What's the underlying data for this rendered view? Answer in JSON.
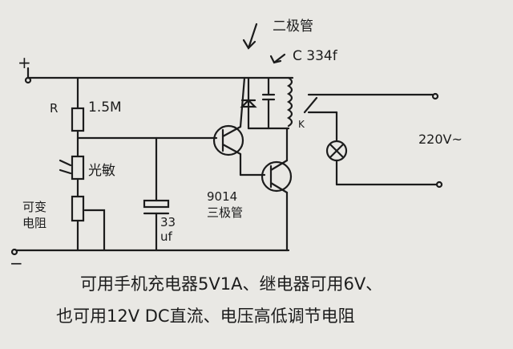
{
  "labels": {
    "diode": "二极管",
    "capacitor_c": "C 334f",
    "plus": "+",
    "minus": "−",
    "r": "R",
    "r_value": "1.5M",
    "photo": "光敏",
    "variable_resistor": "可变\n电阻",
    "cap_value": "33\nuf",
    "transistor": "9014\n三极管",
    "relay_k": "K",
    "mains": "220V~"
  },
  "note": {
    "line1": "可用手机充电器5V1A、继电器可用6V、",
    "line2": "也可用12V DC直流、电压高低调节电阻"
  },
  "colors": {
    "ink": "#1c1c1c",
    "paper": "#e9e8e4"
  }
}
